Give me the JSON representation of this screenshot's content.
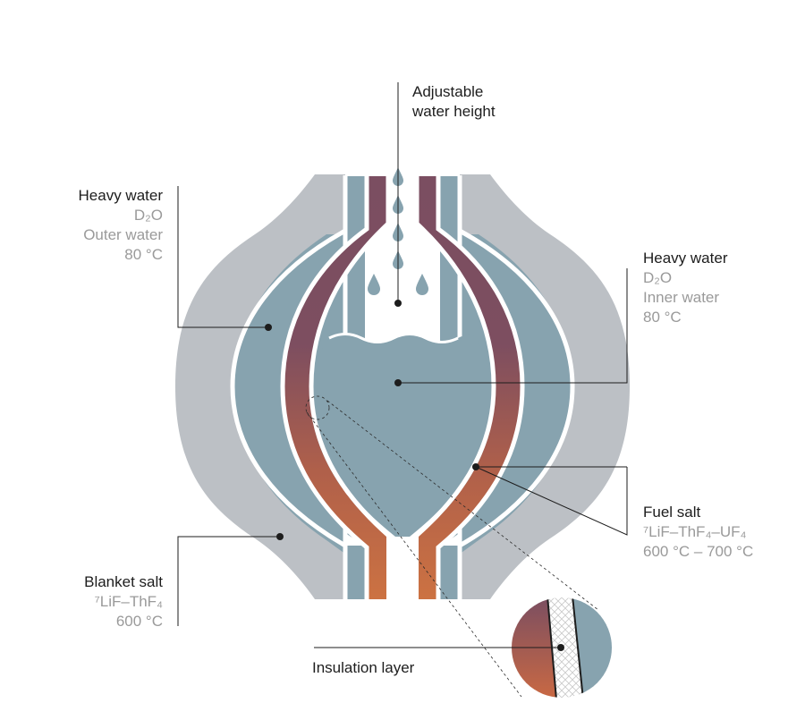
{
  "labels": {
    "top": {
      "line1": "Adjustable",
      "line2": "water height"
    },
    "outer_water": {
      "title": "Heavy water",
      "formula": "D₂O",
      "name": "Outer water",
      "temp": "80 °C"
    },
    "inner_water": {
      "title": "Heavy water",
      "formula": "D₂O",
      "name": "Inner water",
      "temp": "80 °C"
    },
    "fuel_salt": {
      "title": "Fuel salt",
      "formula": "⁷LiF–ThF₄–UF₄",
      "temp": "600 °C – 700 °C"
    },
    "blanket_salt": {
      "title": "Blanket salt",
      "formula": "⁷LiF–ThF₄",
      "temp": "600 °C"
    },
    "insulation": {
      "title": "Insulation layer"
    }
  },
  "colors": {
    "outer_shell": "#bcc0c5",
    "water": "#87a3af",
    "fuel_top": "#7b4e61",
    "fuel_bottom": "#cc7242",
    "line": "#1d1d1d",
    "secondary_text": "#9a9a9a"
  }
}
